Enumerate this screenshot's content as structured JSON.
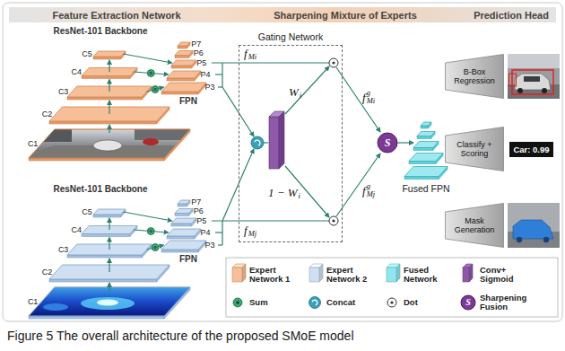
{
  "diagram": {
    "caption": "Figure 5 The overall architecture of the proposed SMoE model",
    "nodes": [
      {
        "text": [
          "Feature Extraction Network"
        ]
      },
      {
        "text": [
          "Sharpening Mixture of Experts"
        ]
      },
      {
        "text": [
          "Prediction Head"
        ]
      },
      {
        "text": [
          "Gating Network"
        ]
      },
      {
        "text": [
          "Fused FPN"
        ]
      },
      {
        "text": [
          "B-Box Regression"
        ]
      },
      {
        "text": [
          "Classify + Scoring"
        ]
      },
      {
        "text": [
          "Car: 0.99"
        ]
      },
      {
        "text": [
          "Mask Generation"
        ]
      }
    ],
    "labels": [
      "ResNet-101 Backbone",
      "C5",
      "C4",
      "C3",
      "C2",
      "C1",
      "P7",
      "P6",
      "P5",
      "P4",
      "P3",
      "FPN",
      "ResNet-101 Backbone",
      "C5",
      "C4",
      "C3",
      "C2",
      "C1",
      "P7",
      "P6",
      "P5",
      "P4",
      "P3",
      "FPN",
      "f",
      "Mi",
      "f",
      "Mj",
      "W",
      "i",
      "1 − W",
      "i",
      "f",
      "g",
      "Mi",
      "f",
      "g",
      "Mj",
      "S",
      "S"
    ],
    "legend": [
      {
        "text": "Expert Network 1",
        "color": "#f7bf97"
      },
      {
        "text": "Expert Network 2",
        "color": "#cfe0f2"
      },
      {
        "text": "Fused Network",
        "color": "#8fe6ec"
      },
      {
        "text": "Conv+ Sigmoid",
        "color": "#8e5aa8"
      },
      {
        "text": "Sum"
      },
      {
        "text": "Concat"
      },
      {
        "text": "Dot"
      },
      {
        "text": "Sharpening Fusion"
      }
    ]
  }
}
